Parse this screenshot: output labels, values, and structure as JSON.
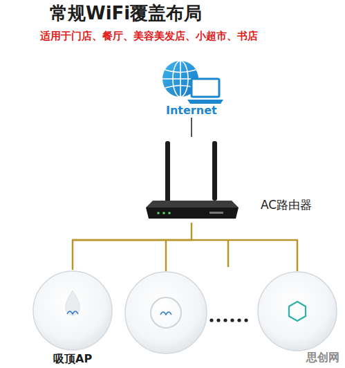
{
  "diagram": {
    "title": "常规WiFi覆盖布局",
    "nodes": [
      {
        "text": [
          "Internet"
        ]
      },
      {
        "text": [
          "AC路由器"
        ]
      },
      {
        "text": [
          "吸顶AP"
        ]
      }
    ],
    "edges": [
      {
        "from": 0,
        "to": 1,
        "arrow": "none"
      },
      {
        "from": 1,
        "to": 2,
        "arrow": "none"
      }
    ],
    "labels": [
      "适用于门店、餐厅、美容美发店、小超市、书店",
      "思创网"
    ]
  }
}
